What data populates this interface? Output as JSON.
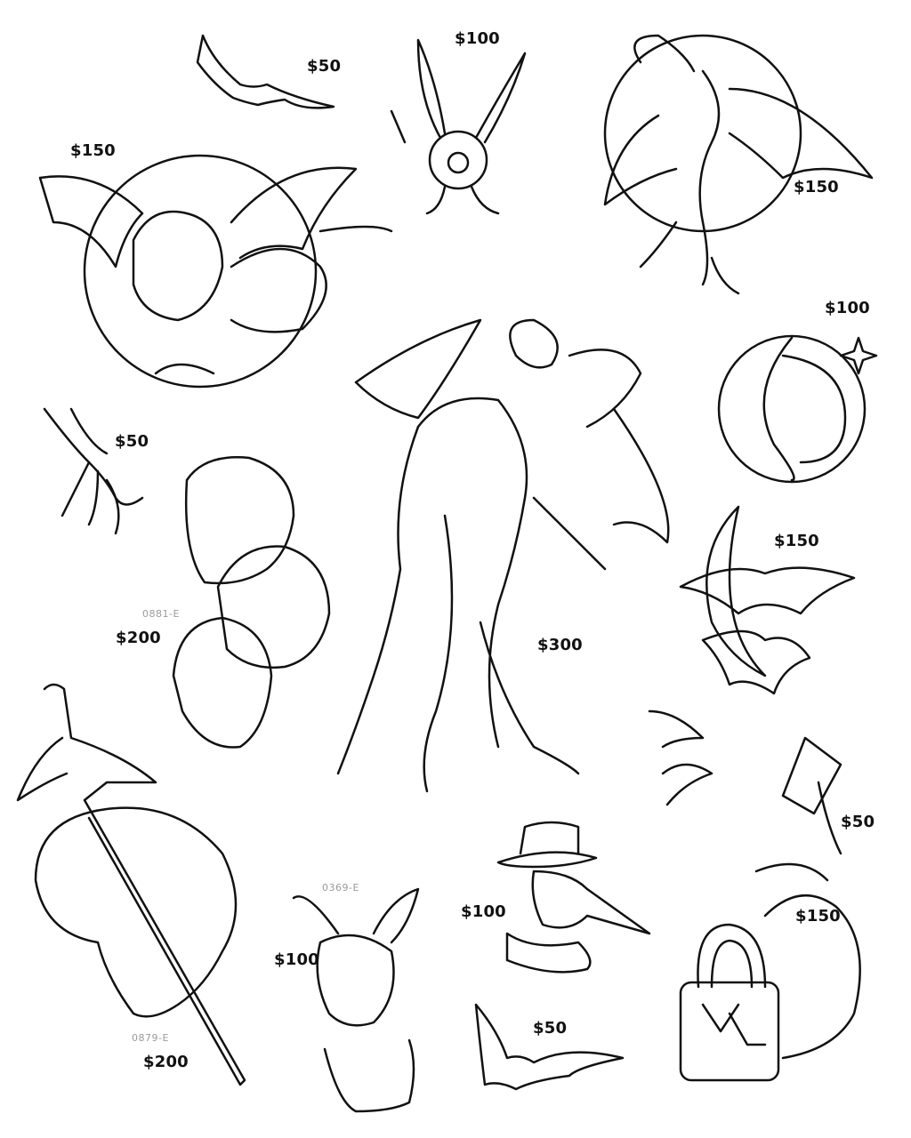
{
  "sheet": {
    "items": [
      {
        "name": "bat-small-top",
        "price": "$50"
      },
      {
        "name": "eyeball-bat-dagger",
        "price": "$100"
      },
      {
        "name": "goat-skull-demon",
        "price": "$150"
      },
      {
        "name": "gargoyle-moon",
        "price": "$150"
      },
      {
        "name": "moon-skull-face",
        "price": "$100"
      },
      {
        "name": "bird-claw",
        "price": "$50"
      },
      {
        "name": "stacked-skulls",
        "price": "$200",
        "code": "0881-E"
      },
      {
        "name": "horned-demon",
        "price": "$300"
      },
      {
        "name": "crescent-moon-bats",
        "price": "$150"
      },
      {
        "name": "razor-blade",
        "price": "$50"
      },
      {
        "name": "dagger-skull",
        "price": "$200",
        "code": "0879-E"
      },
      {
        "name": "bunny-girl",
        "price": "$100",
        "code": "0369-E"
      },
      {
        "name": "plague-doctor",
        "price": "$100"
      },
      {
        "name": "bat-small-bottom",
        "price": "$50"
      },
      {
        "name": "padlock-spider",
        "price": "$150"
      }
    ]
  }
}
